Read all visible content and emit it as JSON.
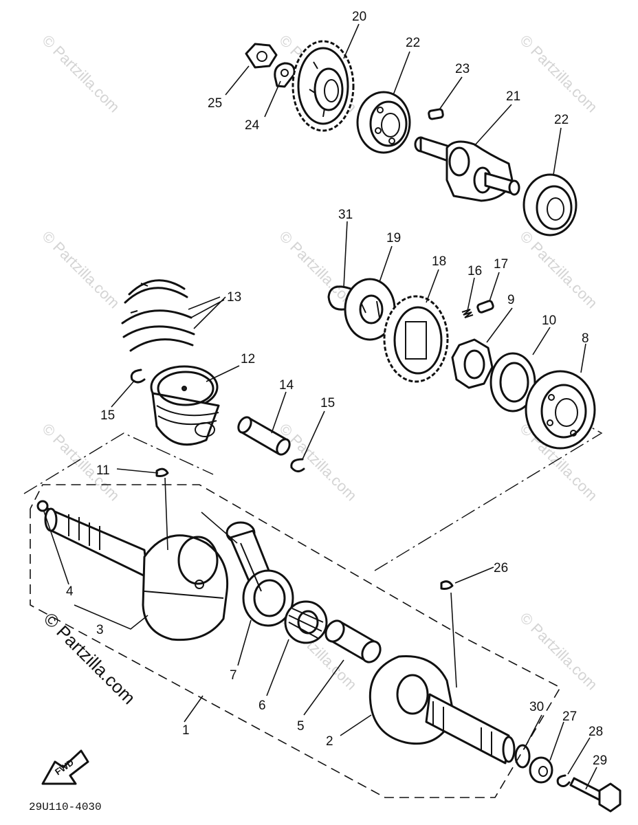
{
  "watermark": "© Partzilla.com",
  "drawing_code": "29U110-4030",
  "direction_label": "FWD",
  "callouts": {
    "n1": "1",
    "n2": "2",
    "n3": "3",
    "n4": "4",
    "n5": "5",
    "n6": "6",
    "n7": "7",
    "n8": "8",
    "n9": "9",
    "n10": "10",
    "n11": "11",
    "n12": "12",
    "n13": "13",
    "n14": "14",
    "n15a": "15",
    "n15b": "15",
    "n16": "16",
    "n17": "17",
    "n18": "18",
    "n19": "19",
    "n20": "20",
    "n21": "21",
    "n22a": "22",
    "n22b": "22",
    "n23": "23",
    "n24": "24",
    "n25": "25",
    "n26": "26",
    "n27": "27",
    "n28": "28",
    "n29": "29",
    "n30": "30",
    "n31": "31"
  }
}
